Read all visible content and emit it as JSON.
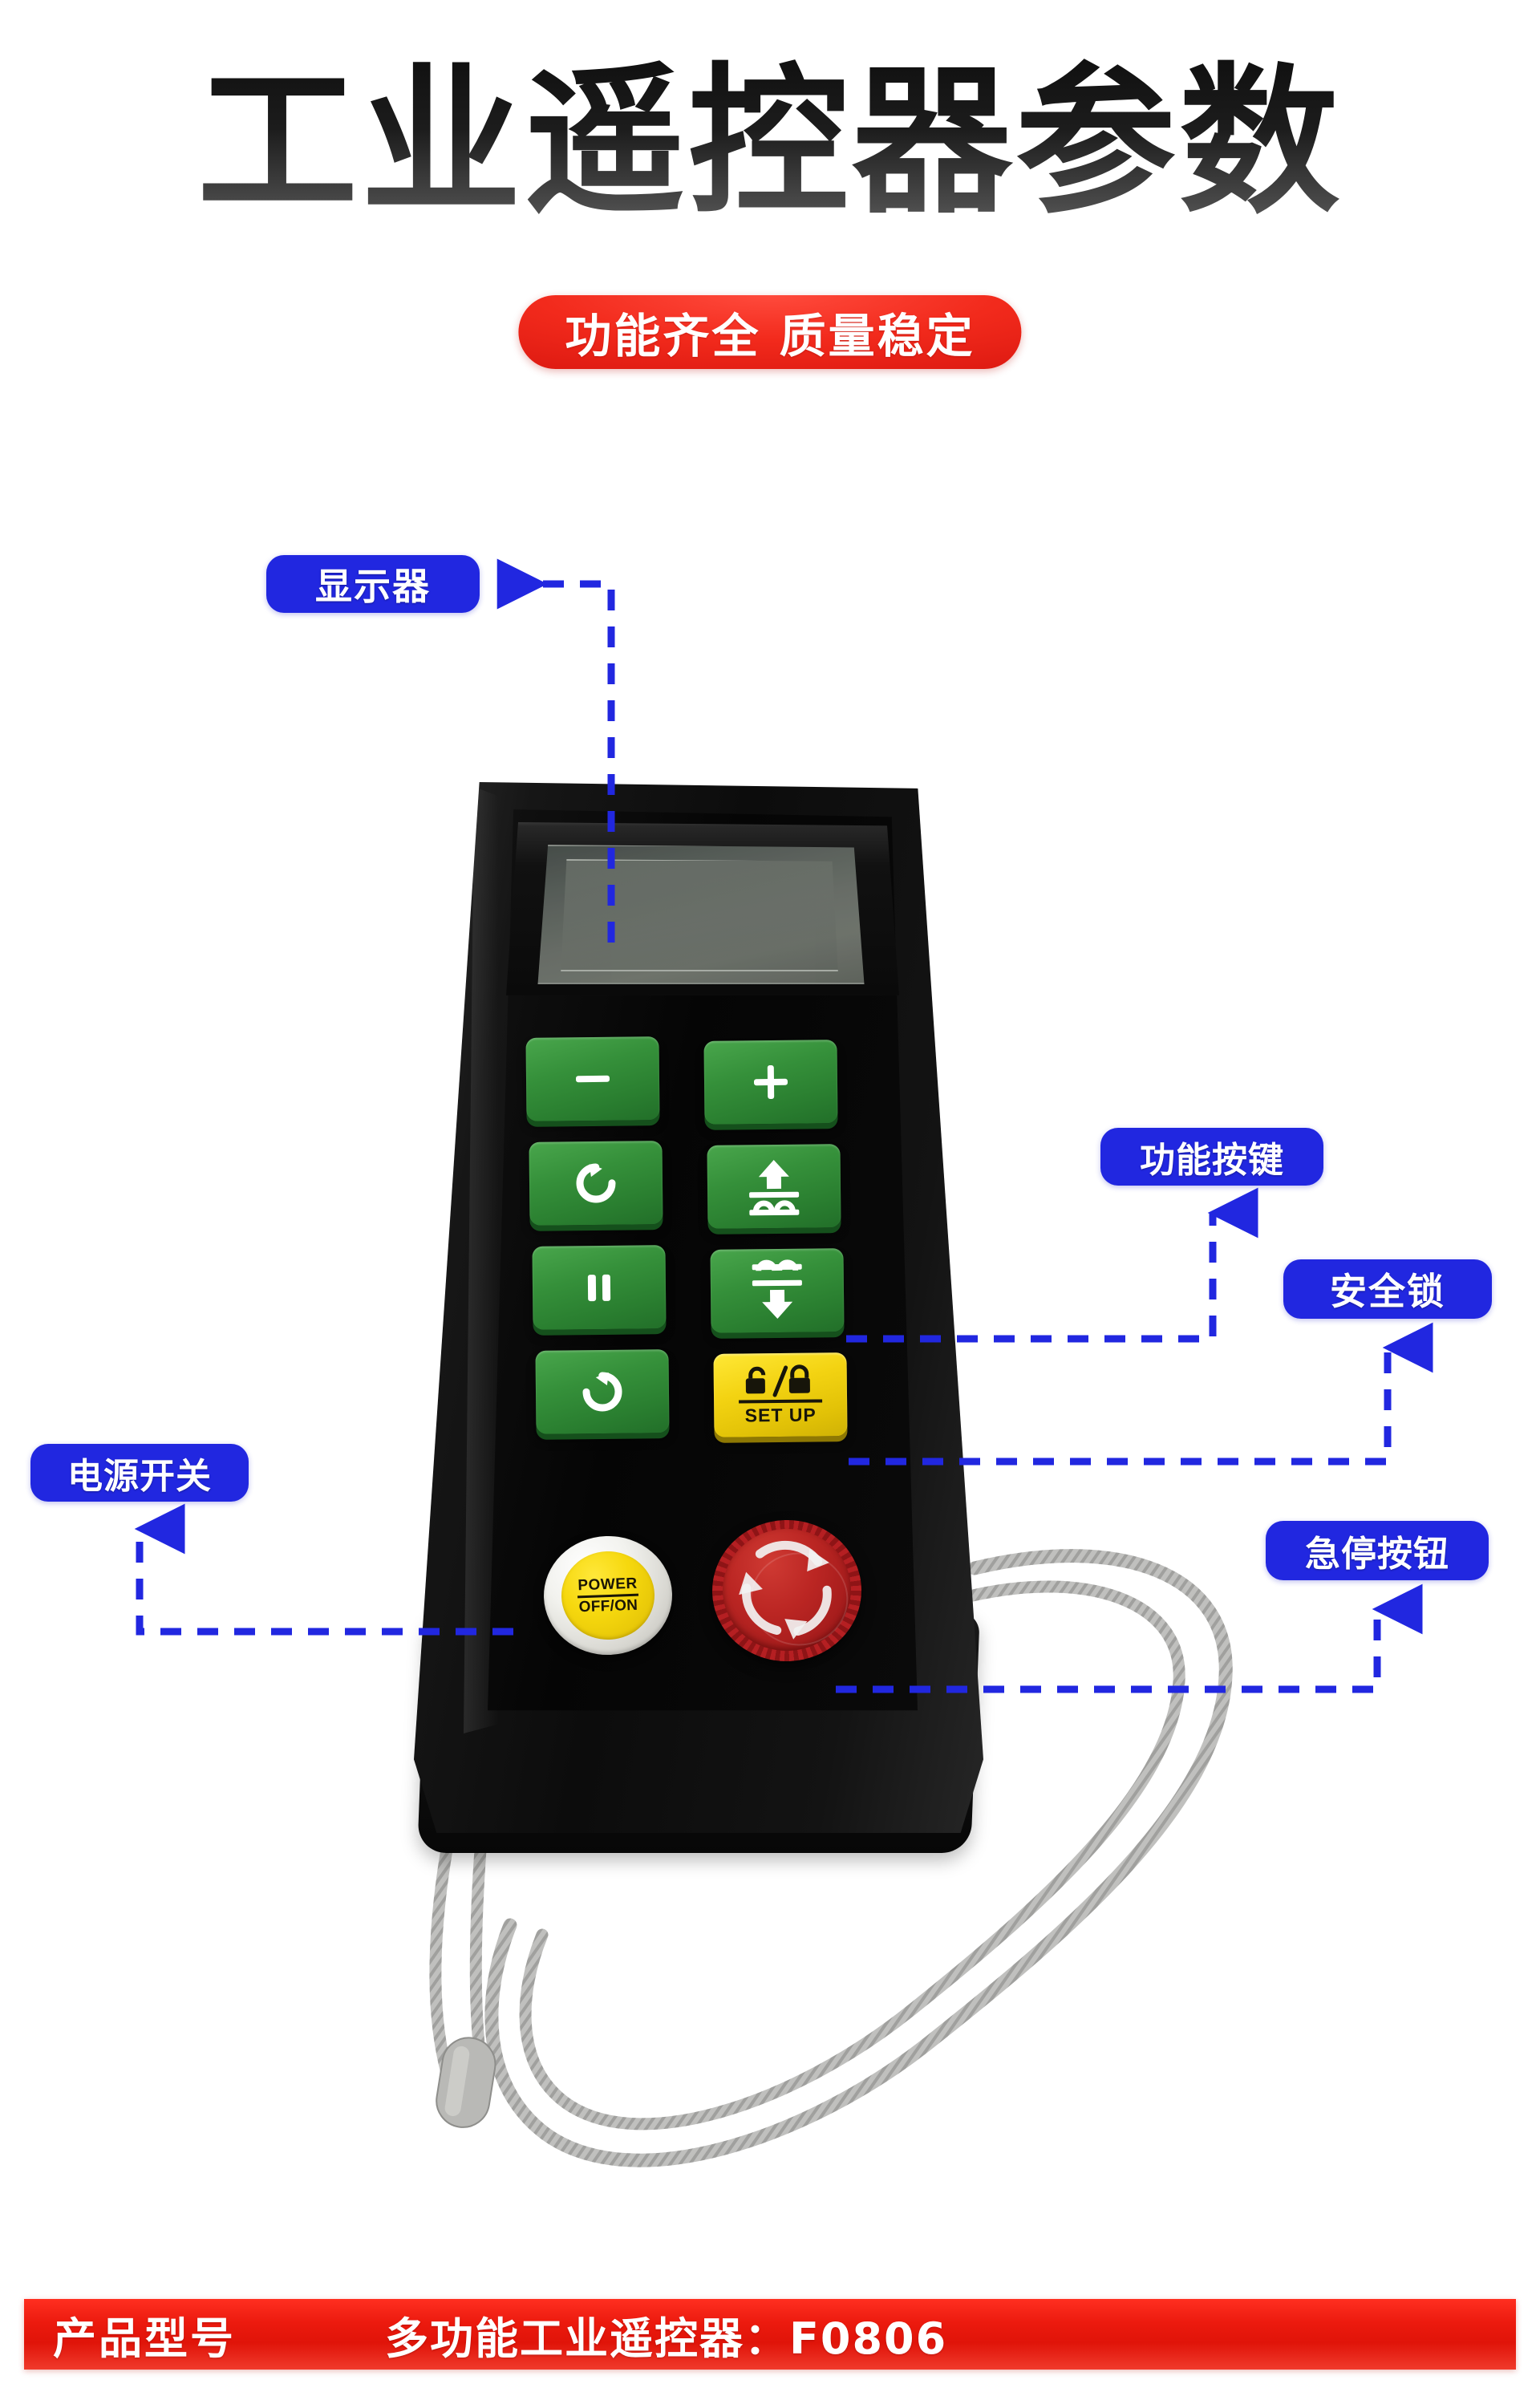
{
  "header": {
    "title": "工业遥控器参数",
    "badge": "功能齐全 质量稳定"
  },
  "callouts": [
    {
      "id": "display",
      "label": "显示器",
      "target": "lcd-display"
    },
    {
      "id": "function",
      "label": "功能按键",
      "target": "function-keypad"
    },
    {
      "id": "safety",
      "label": "安全锁",
      "target": "setup-lock-key"
    },
    {
      "id": "power",
      "label": "电源开关",
      "target": "power-knob"
    },
    {
      "id": "estop",
      "label": "急停按钮",
      "target": "emergency-stop"
    }
  ],
  "device": {
    "keys": [
      {
        "id": "minus",
        "icon": "minus-icon",
        "color": "green",
        "row": 1,
        "col": 1
      },
      {
        "id": "plus",
        "icon": "plus-icon",
        "color": "green",
        "row": 1,
        "col": 2
      },
      {
        "id": "rotate-cw",
        "icon": "rotate-clockwise-icon",
        "color": "green",
        "row": 2,
        "col": 1
      },
      {
        "id": "lift-up",
        "icon": "lift-up-icon",
        "color": "green",
        "row": 2,
        "col": 2
      },
      {
        "id": "pause",
        "icon": "pause-icon",
        "color": "green",
        "row": 3,
        "col": 1
      },
      {
        "id": "lower-down",
        "icon": "lower-down-icon",
        "color": "green",
        "row": 3,
        "col": 2
      },
      {
        "id": "rotate-ccw",
        "icon": "rotate-counter-clockwise-icon",
        "color": "green",
        "row": 4,
        "col": 1
      },
      {
        "id": "setup-lock",
        "icon": "unlock-lock-icon",
        "color": "yellow",
        "row": 4,
        "col": 2,
        "label": "SET UP"
      }
    ],
    "power_knob": {
      "line1": "POWER",
      "line2": "OFF/ON"
    },
    "emergency_stop": {
      "icon": "twist-to-release-arrows-icon"
    },
    "display": {
      "type": "lcd-screen"
    },
    "lanyard": {
      "type": "braided-wrist-strap"
    }
  },
  "footer": {
    "model_label": "产品型号",
    "model_value": "多功能工业遥控器：F0806"
  },
  "colors": {
    "callout_blue": "#2127e0",
    "badge_red": "#f22a1c",
    "footer_red": "#e01409",
    "key_green": "#2a7f30",
    "key_yellow": "#f3d312",
    "estop_red": "#b51f22",
    "body_black": "#0c0c0c"
  }
}
